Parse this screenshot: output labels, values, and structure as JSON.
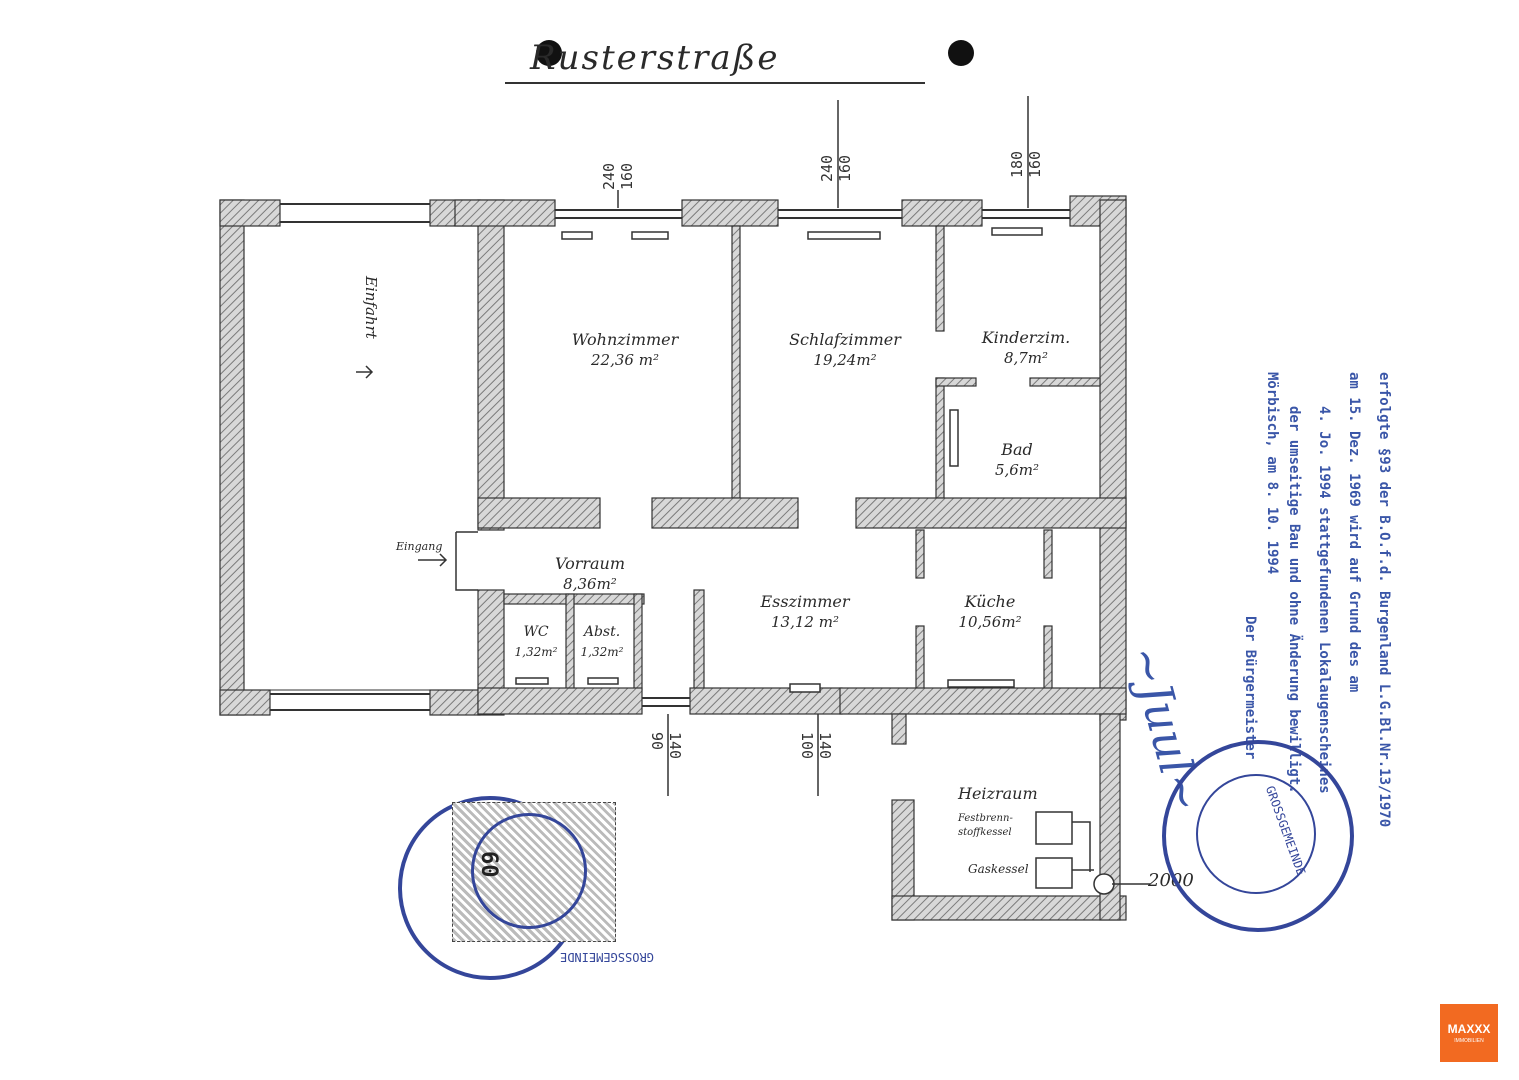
{
  "street": {
    "name": "Rusterstraße"
  },
  "rooms": {
    "einfahrt": {
      "label": "Einfahrt"
    },
    "wohnzimmer": {
      "label": "Wohnzimmer",
      "area": "22,36 m²"
    },
    "schlafzimmer": {
      "label": "Schlafzimmer",
      "area": "19,24m²"
    },
    "kinderzimmer": {
      "label": "Kinderzim.",
      "area": "8,7m²"
    },
    "bad": {
      "label": "Bad",
      "area": "5,6m²"
    },
    "vorraum": {
      "label": "Vorraum",
      "area": "8,36m²"
    },
    "wc": {
      "label": "WC",
      "area": "1,32m²"
    },
    "abst": {
      "label": "Abst.",
      "area": "1,32m²"
    },
    "esszimmer": {
      "label": "Esszimmer",
      "area": "13,12 m²"
    },
    "kueche": {
      "label": "Küche",
      "area": "10,56m²"
    },
    "heizraum": {
      "label": "Heizraum"
    }
  },
  "annotations": {
    "eingang": "Eingang",
    "festbrennstoffkessel": "Festbrenn-\nstoffkessel",
    "gaskessel": "Gaskessel",
    "chimney_height": "2000"
  },
  "window_dimensions": {
    "top": [
      "240\n160",
      "240\n160",
      "180\n160"
    ],
    "bottom": [
      "140\n90",
      "140\n100"
    ]
  },
  "approval_stamp": {
    "lines": [
      "erfolgte §93 der B.O.f.d. Burgenland L.G.Bl.Nr.13/1970",
      "am 15. Dez. 1969 wird auf Grund des am",
      "4. Jo. 1994 stattgefundenen Lokalaugenscheines",
      "der umseitige Bau und ohne Änderung bewilligt.",
      "Mörbisch, am 8. 10. 1994",
      "Der Bürgermeister"
    ]
  },
  "seals": {
    "left": "GROSSGEMEINDE",
    "left_number": "60",
    "right": "GROSSGEMEINDE"
  },
  "logo": {
    "brand": "MAXXX",
    "sub": "IMMOBILIEN"
  },
  "colors": {
    "ink": "#2a2a2a",
    "stamp_blue": "#34469a",
    "brand_orange": "#f26a21",
    "hatch": "#9a9a9a"
  }
}
